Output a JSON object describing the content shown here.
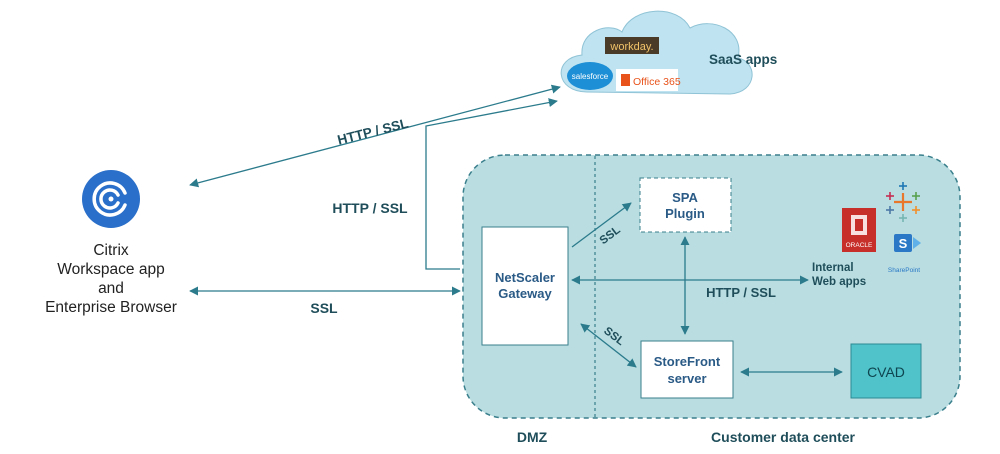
{
  "client": {
    "lines": [
      "Citrix",
      "Workspace app",
      "and",
      "Enterprise Browser"
    ]
  },
  "saas": {
    "label": "SaaS apps",
    "logos": {
      "workday": "workday.",
      "salesforce": "salesforce",
      "office": "Office 365"
    }
  },
  "links": {
    "client_saas": "HTTP / SSL",
    "gateway_saas": "HTTP / SSL",
    "client_gateway": "SSL",
    "gateway_spa": "SSL",
    "gateway_storefront": "SSL",
    "gateway_webapps": "HTTP / SSL"
  },
  "nodes": {
    "gateway": [
      "NetScaler",
      "Gateway"
    ],
    "spa": [
      "SPA",
      "Plugin"
    ],
    "storefront": [
      "StoreFront",
      "server"
    ],
    "cvad": "CVAD",
    "webapps": [
      "Internal",
      "Web apps"
    ]
  },
  "app_logos": {
    "oracle": "ORACLE",
    "sharepoint": "SharePoint",
    "sharepoint_letter": "S"
  },
  "zones": {
    "dmz": "DMZ",
    "datacenter": "Customer data center"
  },
  "colors": {
    "teal_arrow": "#2b7b8c",
    "zone_fill": "#b9dde1",
    "zone_border": "#3a7f8c",
    "cloud_fill": "#bfe3f0",
    "text_dark": "#1f4e5a",
    "box_text": "#2a5a86",
    "cvad_fill": "#4fc3c9",
    "citrix_blue": "#2a6fc9"
  }
}
